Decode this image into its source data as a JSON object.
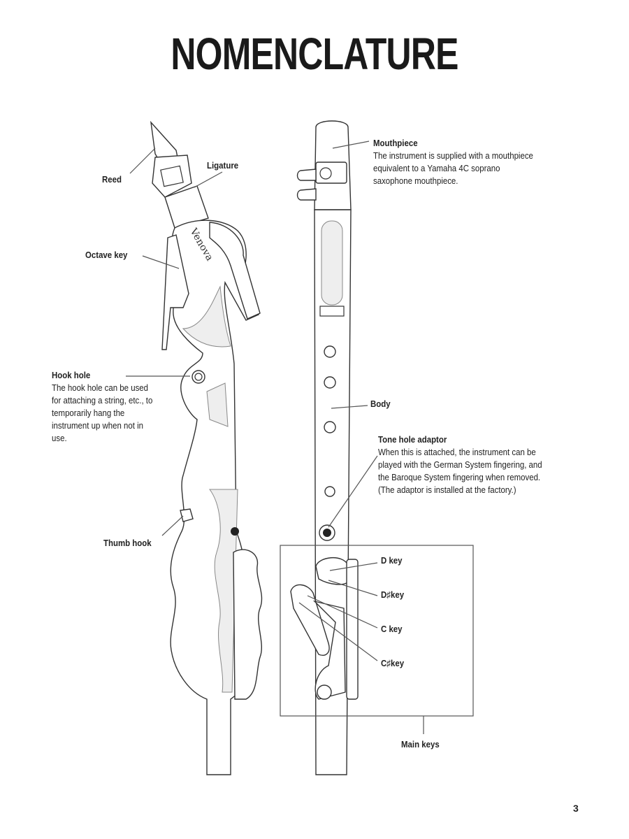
{
  "title": "NOMENCLATURE",
  "page_number": "3",
  "labels": {
    "reed": "Reed",
    "ligature": "Ligature",
    "octave_key": "Octave key",
    "hook_hole": {
      "name": "Hook hole",
      "description": "The hook hole can be used for attaching a string, etc., to temporarily hang the instrument up when not in use."
    },
    "thumb_hook": "Thumb hook",
    "mouthpiece": {
      "name": "Mouthpiece",
      "description": "The instrument is supplied with a mouthpiece equivalent to a Yamaha 4C soprano saxophone mouthpiece."
    },
    "body": "Body",
    "tone_hole_adaptor": {
      "name": "Tone hole adaptor",
      "description": "When this is attached, the instrument can be played with the German System fingering, and the Baroque System fingering when removed. (The adaptor is installed at the factory.)"
    },
    "d_key": "D key",
    "d_sharp_key": "D♯key",
    "c_key": "C key",
    "c_sharp_key": "C♯key",
    "main_keys": "Main keys"
  },
  "brand_text": "Venova",
  "colors": {
    "ink": "#333333",
    "shade": "#eeeeee"
  }
}
